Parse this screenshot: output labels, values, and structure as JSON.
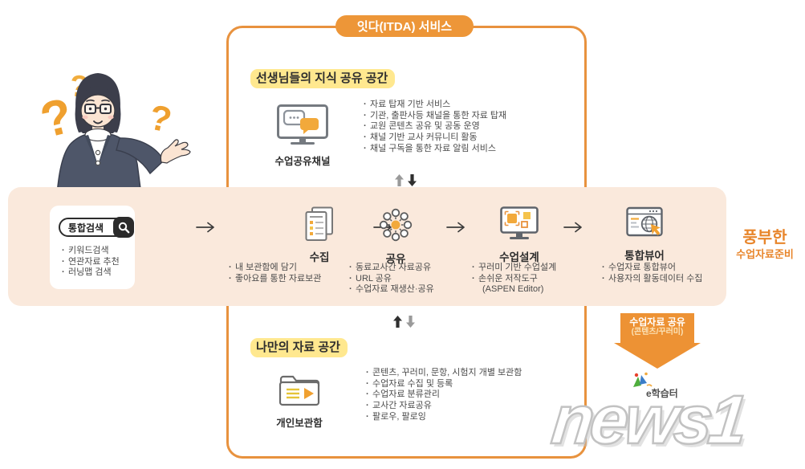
{
  "title_badge": "잇다(ITDA) 서비스",
  "question_marks": [
    "?",
    "?",
    "?"
  ],
  "top_section": {
    "header": "선생님들의 지식 공유 공간",
    "channel_label": "수업공유채널",
    "bullets": [
      "자료 탑재 기반 서비스",
      "기관, 출판사등 채널을 통한 자료 탑재",
      "교원 콘텐츠 공유 및 공동 운영",
      "채널 기반 교사 커뮤니티 활동",
      "채널 구독을 통한 자료 알림 서비스"
    ]
  },
  "flow_band": {
    "search": {
      "button_label": "통합검색",
      "bullets": [
        "키워드검색",
        "연관자료 추천",
        "러닝맵 검색"
      ]
    },
    "steps": [
      {
        "label": "수집",
        "bullets": [
          "내 보관함에 담기",
          "좋아요를 통한 자료보관"
        ]
      },
      {
        "label": "공유",
        "bullets": [
          "동료교사간 자료공유",
          "URL 공유",
          "수업자료 재생산·공유"
        ]
      },
      {
        "label": "수업설계",
        "bullets": [
          "꾸러미 기반 수업설계",
          "손쉬운 저작도구",
          "(ASPEN Editor)"
        ]
      },
      {
        "label": "통합뷰어",
        "bullets": [
          "수업자료 통합뷰어",
          "사용자의 활동데이터 수집"
        ]
      }
    ],
    "result": {
      "line1": "풍부한",
      "line2": "수업자료준비"
    }
  },
  "bottom_section": {
    "header": "나만의 자료 공간",
    "archive_label": "개인보관함",
    "bullets": [
      "콘텐츠, 꾸러미, 문항, 시험지 개별 보관함",
      "수업자료 수집 및 등록",
      "수업자료 분류관리",
      "교사간 자료공유",
      "팔로우, 팔로잉"
    ]
  },
  "share_arrow": {
    "line1": "수업자료 공유",
    "line2": "(콘텐츠/꾸러미)"
  },
  "elearning_label": "e학습터",
  "watermark": "news1",
  "colors": {
    "orange": "#E8923E",
    "band": "#FAE9DC",
    "highlight": "#FFE88F",
    "accent_text": "#E8862C"
  }
}
